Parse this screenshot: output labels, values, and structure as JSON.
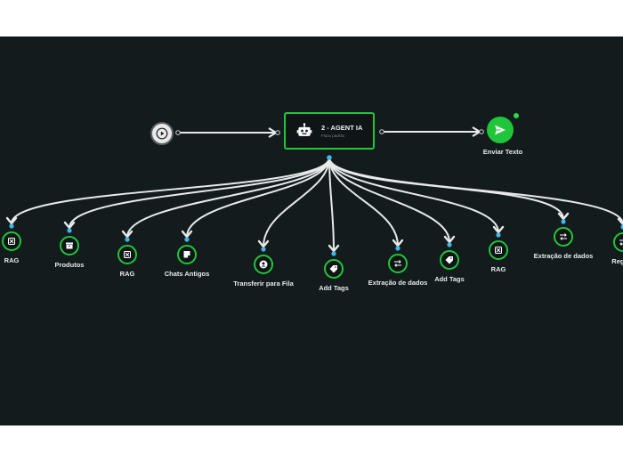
{
  "flow": {
    "start_icon": "play-icon",
    "agent": {
      "title": "2 - AGENT IA",
      "subtitle": "Fluxo padrão",
      "icon": "robot-icon"
    },
    "send_text": {
      "label": "Enviar Texto",
      "icon": "send-icon"
    },
    "tools": [
      {
        "label": "RAG",
        "icon": "rag-icon"
      },
      {
        "label": "Produtos",
        "icon": "archive-icon"
      },
      {
        "label": "RAG",
        "icon": "rag-icon"
      },
      {
        "label": "Chats Antigos",
        "icon": "note-icon"
      },
      {
        "label": "Transferir para Fila",
        "icon": "user-circle-icon"
      },
      {
        "label": "Add Tags",
        "icon": "tag-icon"
      },
      {
        "label": "Extração de dados",
        "icon": "swap-icon"
      },
      {
        "label": "Add Tags",
        "icon": "tag-icon"
      },
      {
        "label": "RAG",
        "icon": "rag-icon"
      },
      {
        "label": "Extração de dados",
        "icon": "swap-icon"
      },
      {
        "label": "Regras",
        "icon": "swap-icon"
      }
    ],
    "colors": {
      "canvas": "#131b1d",
      "accent": "#1fc63a",
      "handle": "#3fb7e8",
      "edge": "#e8eaea"
    }
  }
}
